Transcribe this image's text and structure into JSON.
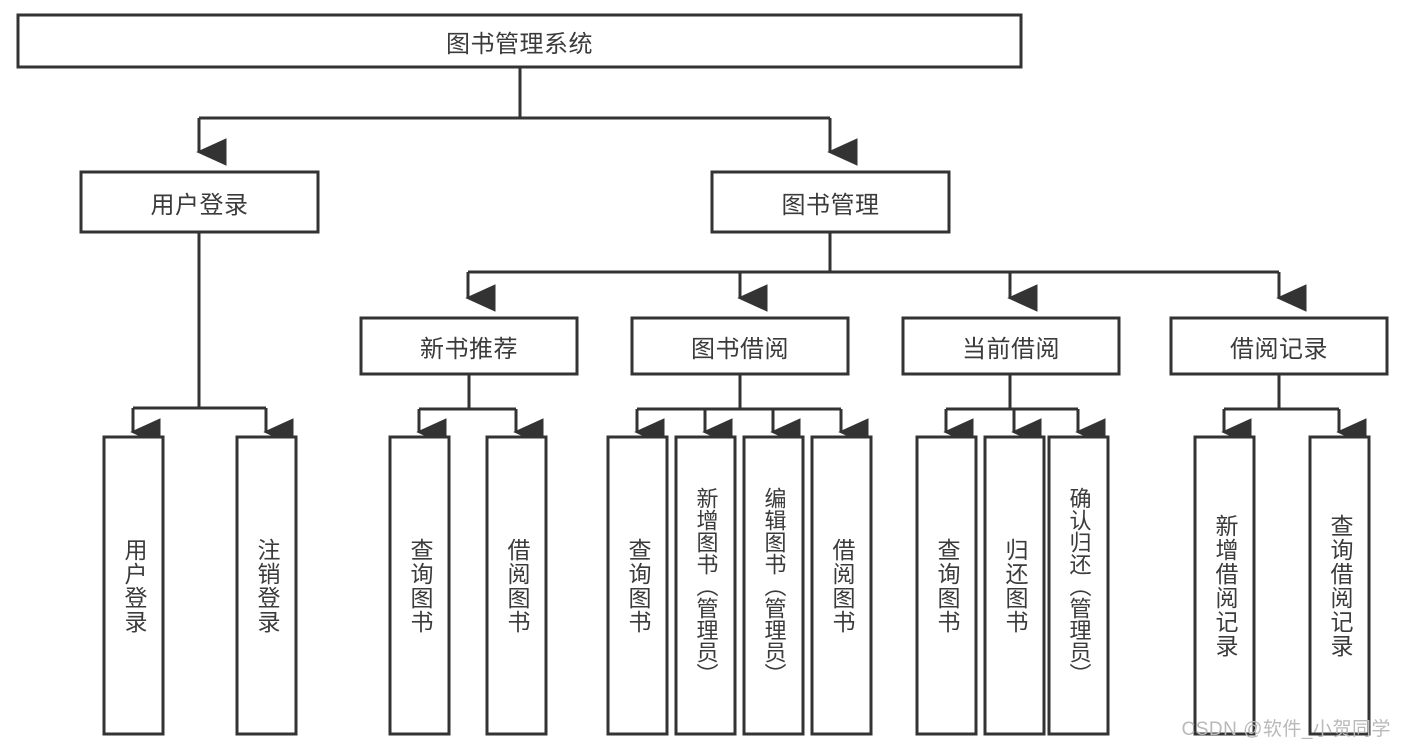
{
  "diagram": {
    "type": "hierarchy-tree",
    "title": "图书管理系统",
    "watermark": "CSDN @软件_小贺同学",
    "colors": {
      "stroke": "#333333",
      "fill": "#ffffff",
      "text": "#3b3b3b",
      "watermark": "#b9b9b9",
      "background": "#ffffff"
    },
    "nodes": {
      "root": {
        "label": "图书管理系统"
      },
      "level2": [
        {
          "label": "用户登录"
        },
        {
          "label": "图书管理"
        }
      ],
      "level3": [
        {
          "label": "新书推荐"
        },
        {
          "label": "图书借阅"
        },
        {
          "label": "当前借阅"
        },
        {
          "label": "借阅记录"
        }
      ],
      "leaves": {
        "user_login": [
          {
            "label": "用户登录"
          },
          {
            "label": "注销登录"
          }
        ],
        "new_book_recommend": [
          {
            "label": "查询图书"
          },
          {
            "label": "借阅图书"
          }
        ],
        "book_borrow": [
          {
            "label": "查询图书"
          },
          {
            "label": "新增图书（管理员）"
          },
          {
            "label": "编辑图书（管理员）"
          },
          {
            "label": "借阅图书"
          }
        ],
        "current_borrow": [
          {
            "label": "查询图书"
          },
          {
            "label": "归还图书"
          },
          {
            "label": "确认归还（管理员）"
          }
        ],
        "borrow_record": [
          {
            "label": "新增借阅记录"
          },
          {
            "label": "查询借阅记录"
          }
        ]
      }
    }
  }
}
